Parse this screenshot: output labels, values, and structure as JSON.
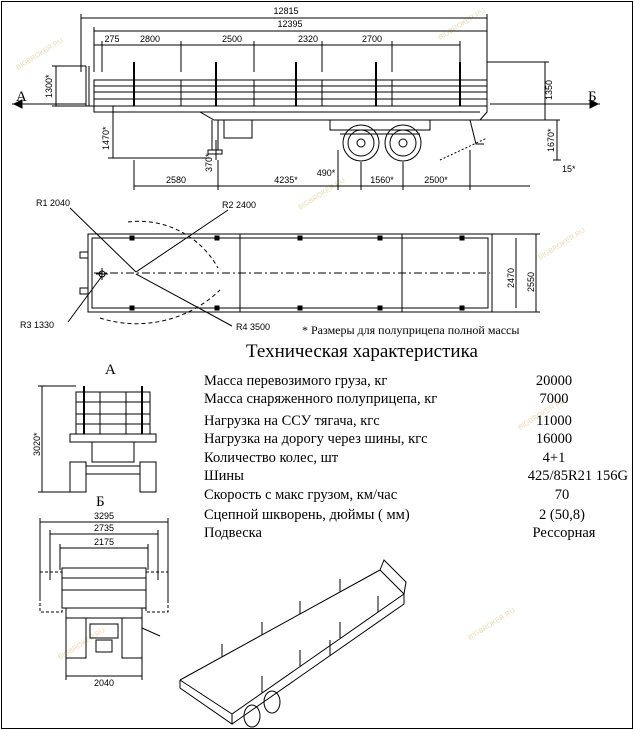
{
  "colors": {
    "line": "#000000",
    "watermark": "#e6d9a0",
    "background": "#ffffff"
  },
  "side_view": {
    "overall_dims": [
      "12815",
      "12395"
    ],
    "top_segments": [
      "275",
      "2800",
      "2500",
      "2320",
      "2700"
    ],
    "vertical_dims": [
      "1300*",
      "1470*",
      "370*",
      "1350",
      "1670*",
      "15*"
    ],
    "bottom_dims": [
      "2580",
      "4235*",
      "490*",
      "1560*",
      "2500*"
    ],
    "section_marks": [
      "А",
      "Б"
    ]
  },
  "top_view": {
    "radii": [
      "R1 2040",
      "R2 2400",
      "R3 1330",
      "R4 3500"
    ],
    "width_dims": [
      "2470",
      "2550"
    ]
  },
  "note": "* Размеры для полуприцепа полной массы",
  "specs": {
    "title": "Техническая характеристика",
    "rows": [
      {
        "label": "Масса перевозимого груза, кг",
        "value": "20000"
      },
      {
        "label": "Масса снаряженного полуприцепа, кг",
        "value": "7000"
      },
      {
        "label": "Нагрузка на ССУ тягача, кгс",
        "value": "11000"
      },
      {
        "label": "Нагрузка на дорогу через шины, кгс",
        "value": "16000"
      },
      {
        "label": "Количество колес, шт",
        "value": "4+1"
      },
      {
        "label": "Шины",
        "value": "425/85R21 156G"
      },
      {
        "label": "Скорость  с макс грузом, км/час",
        "value": "70"
      },
      {
        "label": "Сцепной шкворень, дюймы ( мм)",
        "value": "2 (50,8)"
      },
      {
        "label": "Подвеска",
        "value": "Рессорная"
      }
    ]
  },
  "view_a": {
    "label": "А",
    "height_dim": "3020*"
  },
  "view_b": {
    "label": "Б",
    "dims": [
      "3295",
      "2735",
      "2175",
      "2040"
    ]
  }
}
